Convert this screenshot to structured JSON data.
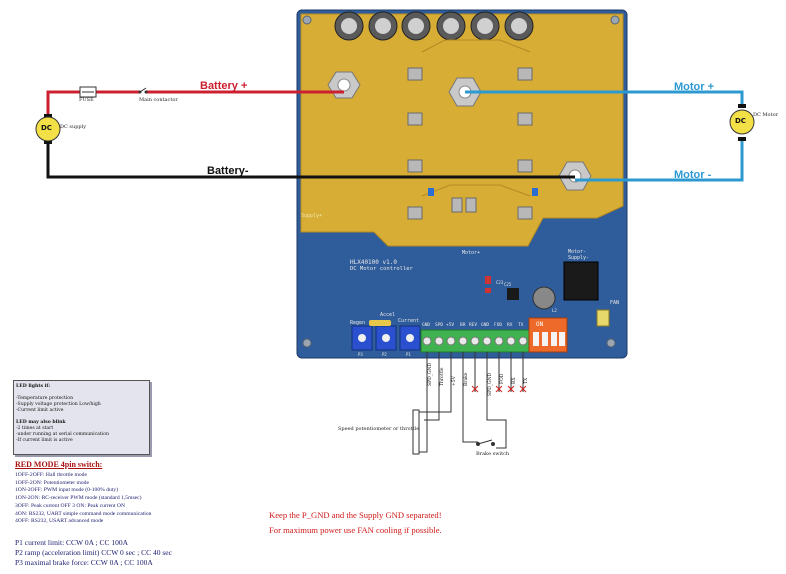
{
  "wires": {
    "battery_plus": "Battery +",
    "battery_minus": "Battery-",
    "motor_plus": "Motor +",
    "motor_minus": "Motor -"
  },
  "components": {
    "dc_left": "DC",
    "dc_left_caption": "DC supply",
    "dc_right": "DC",
    "dc_right_caption": "DC Motor",
    "fuse": "FUSE",
    "contactor": "Main contactor",
    "potentiometer": "Speed potentiometer or throttle",
    "brake_switch": "Brake switch"
  },
  "board": {
    "supply_plus": "Supply+",
    "motor_plus": "Motor+",
    "motor_minus": "Motor-",
    "supply_minus": "Supply-",
    "title": "HLX40100 v1.0",
    "subtitle": "DC Motor controller",
    "accel": "Accel",
    "regen": "Regen",
    "current": "Current",
    "fan": "FAN",
    "on": "ON",
    "pins": [
      "GND",
      "SPD",
      "+5V",
      "BR",
      "REV",
      "GND",
      "FOD",
      "RX",
      "TX"
    ],
    "pot_labels": [
      "P3",
      "P2",
      "P1"
    ],
    "parts": [
      "C23",
      "C25",
      "L2"
    ]
  },
  "wire_labels": [
    "SPD_GND",
    "Throttle",
    "+5V",
    "Brake",
    "SPD_GND",
    "FOD",
    "RX",
    "TX"
  ],
  "led_box": {
    "lines": [
      "LED lights if:",
      "",
      "-Temperature protection",
      "-Supply voltage protection Low/high",
      "-Current limit active",
      "",
      "LED may also blink",
      "-2 times at start",
      "-under running at serial communication",
      "-If current limit is active"
    ]
  },
  "mode_switch": {
    "title": "RED MODE 4pin switch:",
    "lines": [
      "1OFF-2OFF: Hall throttle mode",
      "1OFF-2ON: Potentiometer mode",
      "1ON-2OFF: PWM input mode (0-100% duty)",
      "1ON-2ON: RC-receiver PWM mode (standard 1,5msec)",
      "3OFF: Peak current OFF 3 ON: Peak current ON",
      "4ON: RS232, UART simple command mode communication",
      "4OFF: RS232, USART advanced mode"
    ]
  },
  "potentiometers": {
    "lines": [
      "P1 current limit: CCW 0A ; CC 100A",
      "P2 ramp (acceleration limit) CCW 0 sec ; CC 40 sec",
      "P3 maximal brake force: CCW 0A ; CC 100A"
    ]
  },
  "notes": {
    "line1": "Keep the P_GND and the Supply GND separated!",
    "line2": "For maximum power use FAN cooling if possible."
  }
}
